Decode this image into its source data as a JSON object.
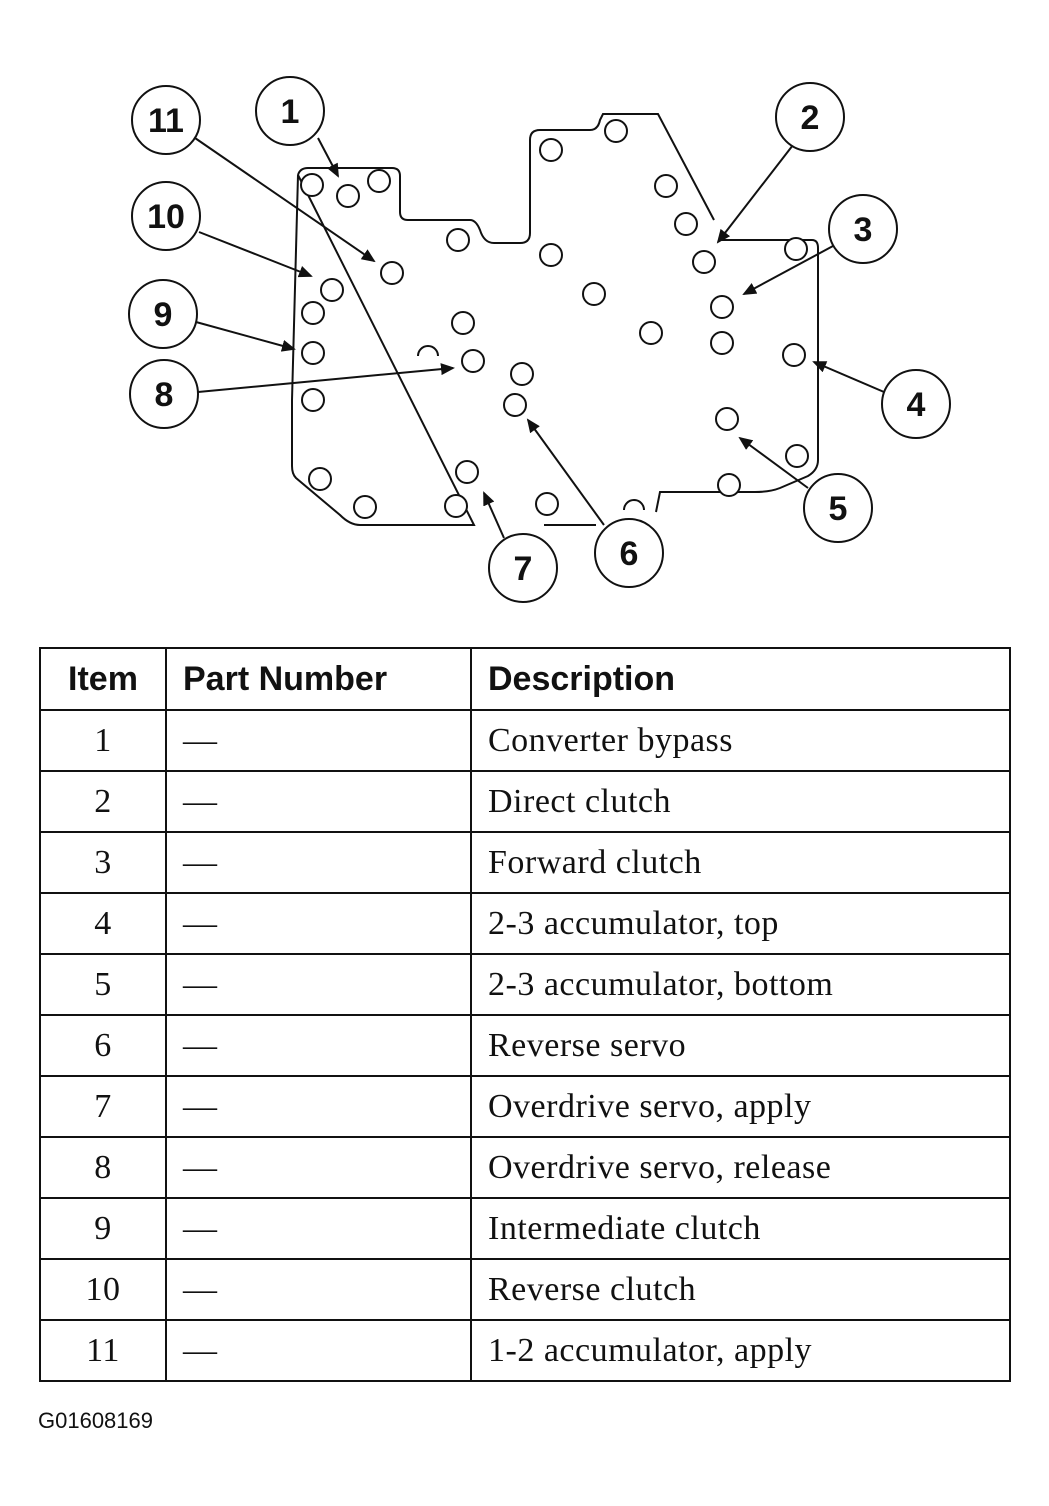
{
  "diagram": {
    "callouts": [
      "1",
      "2",
      "3",
      "4",
      "5",
      "6",
      "7",
      "8",
      "9",
      "10",
      "11"
    ]
  },
  "table": {
    "headers": {
      "item": "Item",
      "part_number": "Part Number",
      "description": "Description"
    },
    "rows": [
      {
        "item": "1",
        "part_number": "—",
        "description": "Converter bypass"
      },
      {
        "item": "2",
        "part_number": "—",
        "description": "Direct clutch"
      },
      {
        "item": "3",
        "part_number": "—",
        "description": "Forward clutch"
      },
      {
        "item": "4",
        "part_number": "—",
        "description": "2-3 accumulator, top"
      },
      {
        "item": "5",
        "part_number": "—",
        "description": "2-3 accumulator, bottom"
      },
      {
        "item": "6",
        "part_number": "—",
        "description": "Reverse servo"
      },
      {
        "item": "7",
        "part_number": "—",
        "description": "Overdrive servo, apply"
      },
      {
        "item": "8",
        "part_number": "—",
        "description": "Overdrive servo, release"
      },
      {
        "item": "9",
        "part_number": "—",
        "description": "Intermediate clutch"
      },
      {
        "item": "10",
        "part_number": "—",
        "description": "Reverse clutch"
      },
      {
        "item": "11",
        "part_number": "—",
        "description": "1-2 accumulator, apply"
      }
    ]
  },
  "figure_id": "G01608169"
}
